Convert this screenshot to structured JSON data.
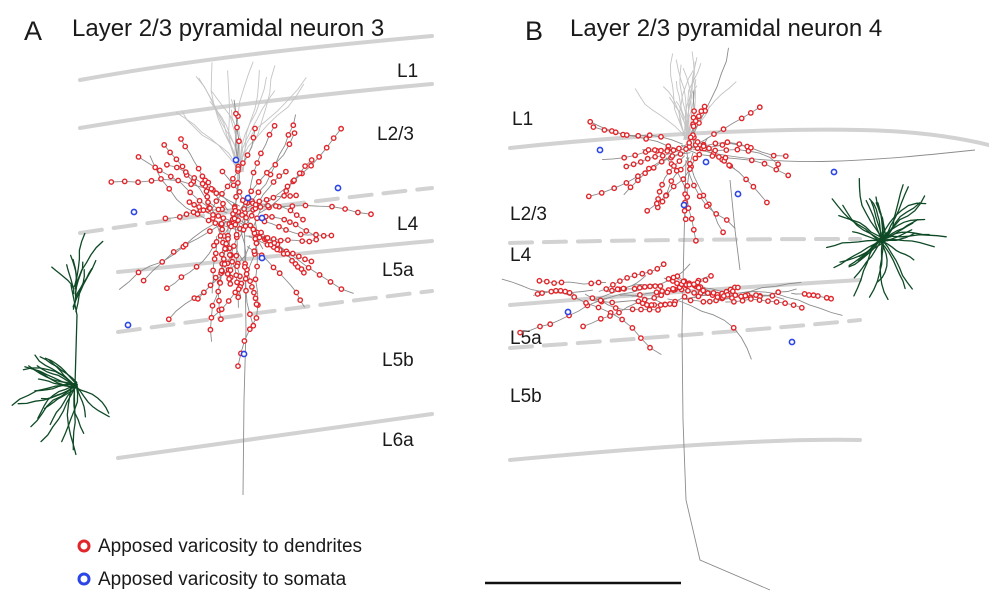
{
  "colors": {
    "dendrite_varicosity": "#e0262b",
    "soma_varicosity": "#2b45e6",
    "morphology": "#0f4a26",
    "layer_boundary": "#d2d2d2",
    "axon": "#8c8c8c"
  },
  "panels": [
    {
      "letter": "A",
      "title": "Layer 2/3 pyramidal neuron 3",
      "layers": [
        "L1",
        "L2/3",
        "L4",
        "L5a",
        "L5b",
        "L6a"
      ]
    },
    {
      "letter": "B",
      "title": "Layer 2/3 pyramidal neuron 4",
      "layers": [
        "L1",
        "L2/3",
        "L4",
        "L5a",
        "L5b"
      ]
    }
  ],
  "legend": {
    "dendrites": "Apposed varicosity to dendrites",
    "somata": "Apposed varicosity to somata"
  }
}
